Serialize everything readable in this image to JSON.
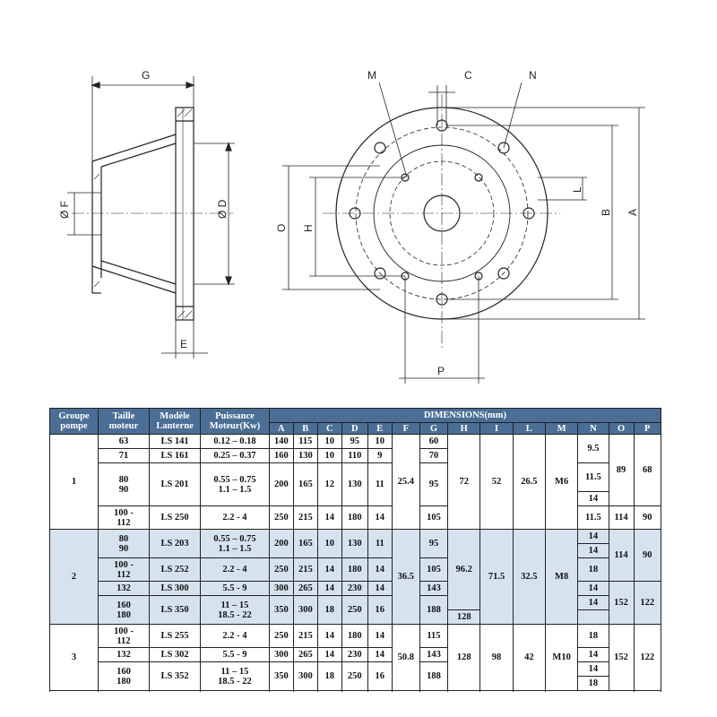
{
  "drawing": {
    "side_labels": {
      "g": "G",
      "f": "Ø F",
      "d": "Ø D",
      "e": "E"
    },
    "front_labels": {
      "m": "M",
      "c": "C",
      "n": "N",
      "l": "L",
      "b": "B",
      "a": "A",
      "o": "O",
      "h": "H",
      "p": "P"
    }
  },
  "table": {
    "headers": {
      "groupe": "Groupe\npompe",
      "taille": "Taille\nmoteur",
      "modele": "Modèle\nLanterne",
      "puissance": "Puissance\nMoteur(Kw)",
      "dimensions": "DIMENSIONS(mm)"
    },
    "dim_columns": [
      "A",
      "B",
      "C",
      "D",
      "E",
      "F",
      "G",
      "H",
      "I",
      "L",
      "M",
      "N",
      "O",
      "P"
    ],
    "group1": {
      "group": "1",
      "taille": [
        "63",
        "71",
        "80\n90",
        "100 -\n112"
      ],
      "modele": [
        "LS 141",
        "LS 161",
        "LS 201",
        "LS 250"
      ],
      "puissance": [
        "0.12 – 0.18",
        "0.25 – 0.37",
        "0.55 – 0.75\n1.1 – 1.5",
        "2.2 - 4"
      ],
      "A": [
        "140",
        "160",
        "200",
        "250"
      ],
      "B": [
        "115",
        "130",
        "165",
        "215"
      ],
      "C": [
        "10",
        "10",
        "12",
        "14"
      ],
      "D": [
        "95",
        "110",
        "130",
        "180"
      ],
      "E": [
        "10",
        "9",
        "11",
        "14"
      ],
      "F": "25.4",
      "G": [
        "60",
        "70",
        "95",
        "105"
      ],
      "H": "72",
      "I": "52",
      "L": "26.5",
      "M": "M6",
      "N": [
        "9.5",
        "11.5",
        "14",
        "11.5"
      ],
      "O": [
        "89",
        "114"
      ],
      "P": [
        "68",
        "90"
      ]
    },
    "group2": {
      "group": "2",
      "taille": [
        "80\n90",
        "100 -\n112",
        "132",
        "160\n180"
      ],
      "modele": [
        "LS 203",
        "LS 252",
        "LS 300",
        "LS 350"
      ],
      "puissance": [
        "0.55 – 0.75\n1.1 – 1.5",
        "2.2 - 4",
        "5.5 - 9",
        "11 – 15\n18.5 - 22"
      ],
      "A": [
        "200",
        "250",
        "300",
        "350"
      ],
      "B": [
        "165",
        "215",
        "265",
        "300"
      ],
      "C": [
        "10",
        "14",
        "14",
        "18"
      ],
      "D": [
        "130",
        "180",
        "230",
        "250"
      ],
      "E": [
        "11",
        "14",
        "14",
        "16"
      ],
      "F": "36.5",
      "G": [
        "95",
        "105",
        "143",
        "188"
      ],
      "H": [
        "96.2",
        "128"
      ],
      "I": "71.5",
      "L": "32.5",
      "M": "M8",
      "N": [
        "14",
        "14",
        "18",
        "14",
        "14"
      ],
      "O": [
        "114",
        "152"
      ],
      "P": [
        "90",
        "122"
      ]
    },
    "group3": {
      "group": "3",
      "taille": [
        "100 -\n112",
        "132",
        "160\n180"
      ],
      "modele": [
        "LS 255",
        "LS 302",
        "LS 352"
      ],
      "puissance": [
        "2.2 - 4",
        "5.5 - 9",
        "11 – 15\n18.5 - 22"
      ],
      "A": [
        "250",
        "300",
        "350"
      ],
      "B": [
        "215",
        "265",
        "300"
      ],
      "C": [
        "14",
        "14",
        "18"
      ],
      "D": [
        "180",
        "230",
        "250"
      ],
      "E": [
        "14",
        "14",
        "16"
      ],
      "F": "50.8",
      "G": [
        "115",
        "143",
        "188"
      ],
      "H": "128",
      "I": "98",
      "L": "42",
      "M": "M10",
      "N": [
        "18",
        "14",
        "14",
        "18"
      ],
      "O": "152",
      "P": "122"
    }
  }
}
